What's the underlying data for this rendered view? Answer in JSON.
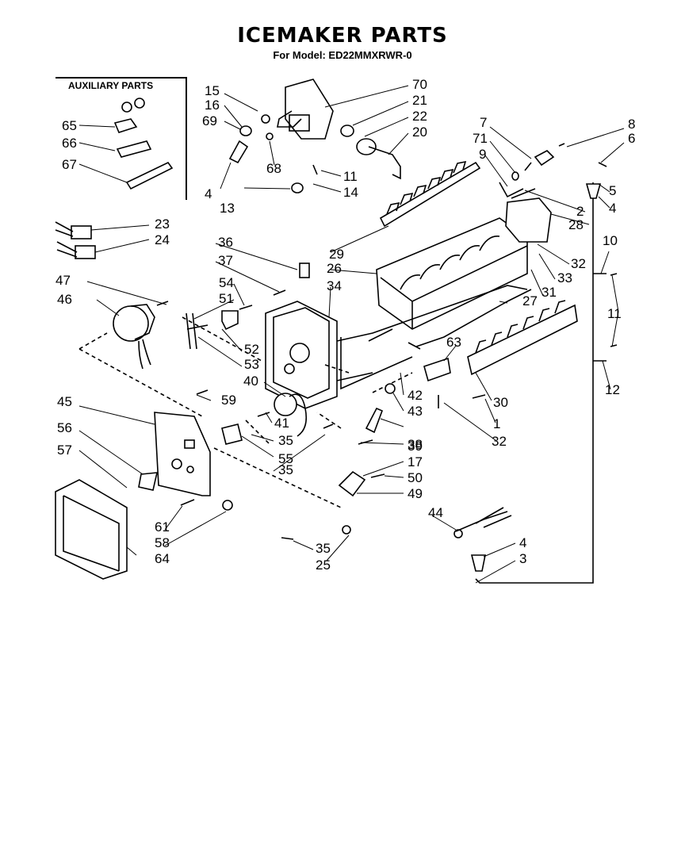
{
  "header": {
    "title": "ICEMAKER PARTS",
    "subtitle": "For Model: ED22MMXRWR-0"
  },
  "aux": {
    "title": "AUXILIARY PARTS"
  },
  "callouts": [
    "15",
    "16",
    "69",
    "4",
    "13",
    "68",
    "70",
    "21",
    "22",
    "20",
    "11",
    "14",
    "7",
    "71",
    "9",
    "8",
    "6",
    "5",
    "4",
    "2",
    "28",
    "29",
    "26",
    "34",
    "36",
    "37",
    "54",
    "51",
    "47",
    "46",
    "52",
    "53",
    "40",
    "41",
    "35",
    "55",
    "35",
    "45",
    "59",
    "56",
    "57",
    "61",
    "58",
    "64",
    "35",
    "25",
    "27",
    "31",
    "33",
    "32",
    "10",
    "11",
    "12",
    "63",
    "30",
    "1",
    "32",
    "42",
    "43",
    "38",
    "39",
    "17",
    "50",
    "49",
    "44",
    "4",
    "3",
    "65",
    "66",
    "67",
    "23",
    "24"
  ]
}
